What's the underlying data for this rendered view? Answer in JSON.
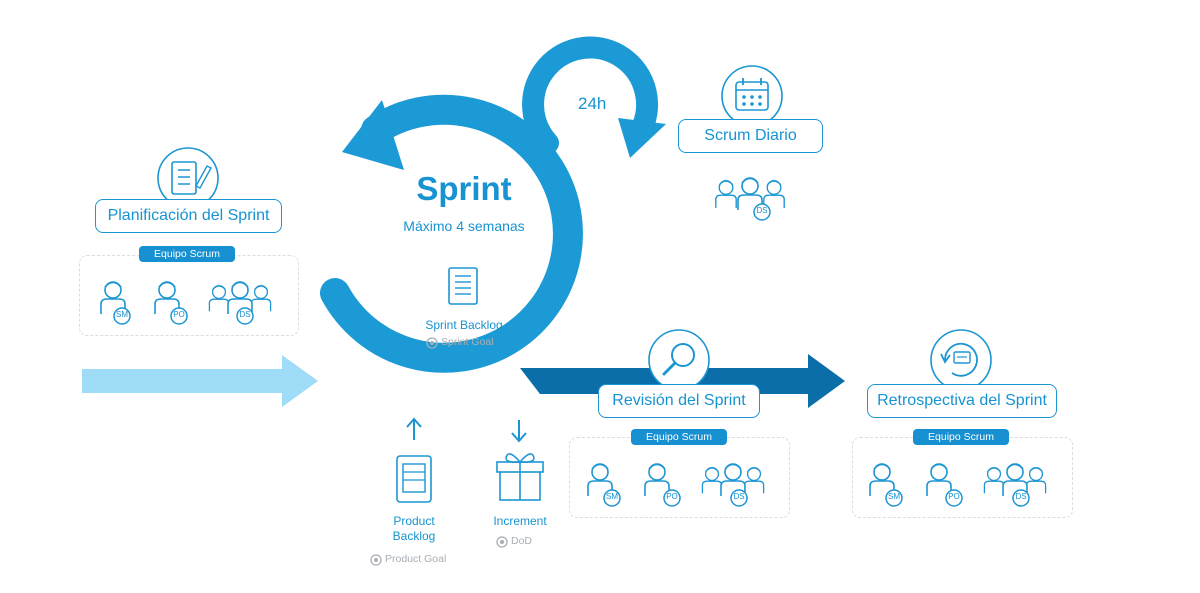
{
  "sprint": {
    "title": "Sprint",
    "subtitle": "Máximo 4 semanas",
    "backlog_label": "Sprint Backlog",
    "goal_label": "Sprint Goal",
    "daily_cycle": "24h"
  },
  "events": {
    "planning": "Planificación del Sprint",
    "daily": "Scrum Diario",
    "review": "Revisión del Sprint",
    "retro": "Retrospectiva del Sprint"
  },
  "team_label": "Equipo Scrum",
  "roles": {
    "sm": "SM",
    "po": "PO",
    "ds": "DS"
  },
  "artifacts": {
    "product_backlog": "Product Backlog",
    "product_goal": "Product Goal",
    "increment": "Increment",
    "dod": "DoD"
  },
  "colors": {
    "primary": "#1c9ad6",
    "dark": "#0b6ea8",
    "light": "#9fdcf7",
    "text": "#1793d1",
    "muted": "#a8aeb3"
  }
}
